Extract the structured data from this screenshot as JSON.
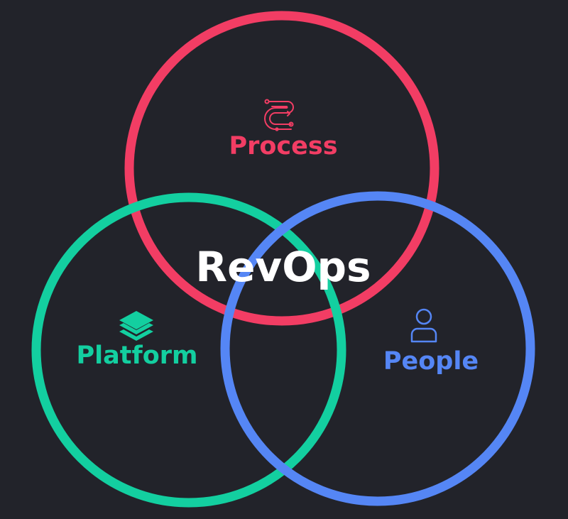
{
  "diagram": {
    "center_label": "RevOps",
    "sets": [
      {
        "id": "process",
        "label": "Process",
        "icon": "process-path-icon",
        "color": "#f23d64"
      },
      {
        "id": "platform",
        "label": "Platform",
        "icon": "layers-stack-icon",
        "color": "#13cfa0"
      },
      {
        "id": "people",
        "label": "People",
        "icon": "person-icon",
        "color": "#5586f5"
      }
    ]
  },
  "colors": {
    "background": "#22232a",
    "center_text": "#ffffff"
  }
}
